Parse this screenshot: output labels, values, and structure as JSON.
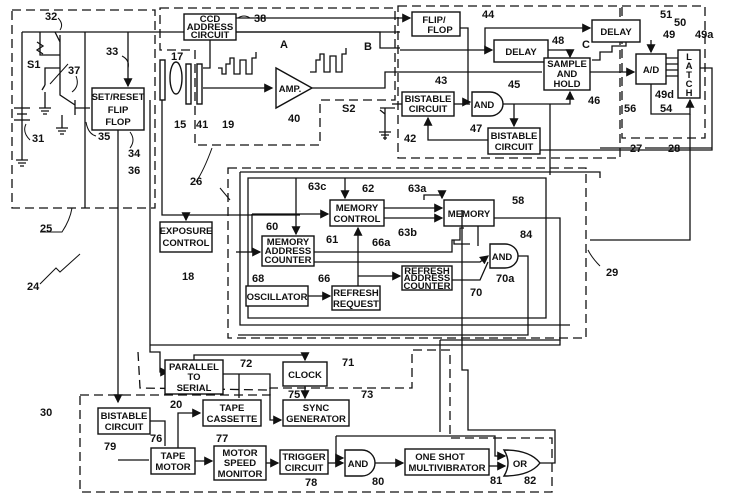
{
  "figure": {
    "title": "Electronic camera system block diagram",
    "blocks": {
      "ccd_address": [
        "CCD",
        "ADDRESS",
        "CIRCUIT"
      ],
      "set_reset": [
        "SET/RESET",
        "FLIP",
        "FLOP"
      ],
      "amp": "AMP.",
      "flip_flop": [
        "FLIP/",
        "FLOP"
      ],
      "delay_48": "DELAY",
      "delay_51": "DELAY",
      "sample_hold": [
        "SAMPLE",
        "AND",
        "HOLD"
      ],
      "bistable_42": [
        "BISTABLE",
        "CIRCUIT"
      ],
      "and_45": "AND",
      "bistable_47": [
        "BISTABLE",
        "CIRCUIT"
      ],
      "ad": "A/D",
      "latch": [
        "L",
        "A",
        "T",
        "C",
        "H"
      ],
      "exposure": [
        "EXPOSURE",
        "CONTROL"
      ],
      "memory_control": [
        "MEMORY",
        "CONTROL"
      ],
      "memory": "MEMORY",
      "mem_addr_counter": [
        "MEMORY",
        "ADDRESS",
        "COUNTER"
      ],
      "and_84": "AND",
      "oscillator": "OSCILLATOR",
      "refresh_request": [
        "REFRESH",
        "REQUEST"
      ],
      "refresh_addr_counter": [
        "REFRESH",
        "ADDRESS",
        "COUNTER"
      ],
      "parallel_serial": [
        "PARALLEL",
        "TO",
        "SERIAL"
      ],
      "clock": "CLOCK",
      "sync_gen": [
        "SYNC",
        "GENERATOR"
      ],
      "tape_cassette": [
        "TAPE",
        "CASSETTE"
      ],
      "bistable_79": [
        "BISTABLE",
        "CIRCUIT"
      ],
      "tape_motor": [
        "TAPE",
        "MOTOR"
      ],
      "motor_speed": [
        "MOTOR",
        "SPEED",
        "MONITOR"
      ],
      "trigger": [
        "TRIGGER",
        "CIRCUIT"
      ],
      "and_80": "AND",
      "one_shot": [
        "ONE SHOT",
        "MULTIVIBRATOR"
      ],
      "or_82": "OR"
    },
    "refs": {
      "r32": "32",
      "r33": "33",
      "r37": "37",
      "r31": "31",
      "r35": "35",
      "r34": "34",
      "r36": "36",
      "r38": "38",
      "r17": "17",
      "r15": "15",
      "r41": "41",
      "r19": "19",
      "rA": "A",
      "rB": "B",
      "r40": "40",
      "r26": "26",
      "r25": "25",
      "r24": "24",
      "rS1": "S1",
      "rS2": "S2",
      "r44": "44",
      "r48": "48",
      "r51": "51",
      "r50": "50",
      "r49": "49",
      "r49a": "49a",
      "rC": "C",
      "r43": "43",
      "r45": "45",
      "r46": "46",
      "r42": "42",
      "r47": "47",
      "r56": "56",
      "r49d": "49d",
      "r54": "54",
      "r27": "27",
      "r28": "28",
      "r63c": "63c",
      "r62": "62",
      "r63a": "63a",
      "r58": "58",
      "r60": "60",
      "r61": "61",
      "r66a": "66a",
      "r63b": "63b",
      "r84": "84",
      "r68": "68",
      "r66": "66",
      "r70a": "70a",
      "r70": "70",
      "r18": "18",
      "r29": "29",
      "r72": "72",
      "r71": "71",
      "r75": "75",
      "r73": "73",
      "r20": "20",
      "r30": "30",
      "r79": "79",
      "r76": "76",
      "r77": "77",
      "r78": "78",
      "r80": "80",
      "r81": "81",
      "r82": "82"
    }
  }
}
